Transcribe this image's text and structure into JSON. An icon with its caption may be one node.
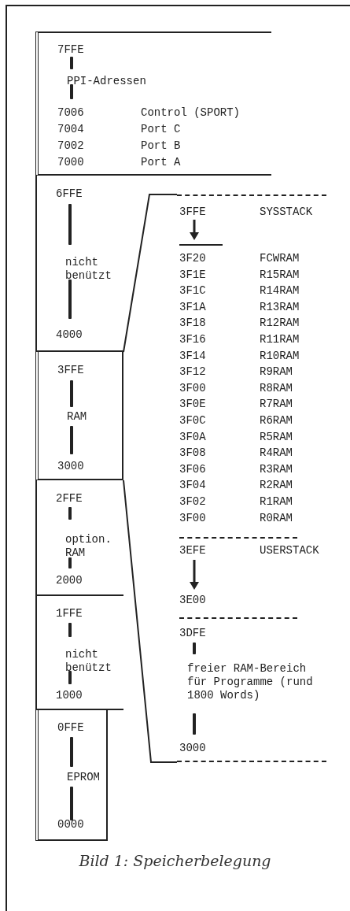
{
  "diagram": {
    "caption": "Bild 1: Speicherbelegung",
    "nodes": [
      {
        "text": [
          "7FFE",
          "PPI-Adressen",
          "7006",
          "Control (SPORT)",
          "7004",
          "Port C",
          "7002",
          "Port B",
          "7000",
          "Port A"
        ]
      },
      {
        "text": [
          "6FFE",
          "nicht benützt",
          "4000"
        ]
      },
      {
        "text": [
          "3FFE",
          "RAM",
          "3000"
        ]
      },
      {
        "text": [
          "2FFE",
          "option. RAM",
          "2000"
        ]
      },
      {
        "text": [
          "1FFE",
          "nicht benützt",
          "1000"
        ]
      },
      {
        "text": [
          "0FFE",
          "EPROM",
          "0000"
        ]
      },
      {
        "text": [
          "3FFE",
          "SYSSTACK",
          "3F20",
          "FCWRAM",
          "3F1E",
          "R15RAM",
          "3F1C",
          "R14RAM",
          "3F1A",
          "R13RAM",
          "3F18",
          "R12RAM",
          "3F16",
          "R11RAM",
          "3F14",
          "R10RAM",
          "3F12",
          "R9RAM",
          "3F00",
          "R8RAM",
          "3F0E",
          "R7RAM",
          "3F0C",
          "R6RAM",
          "3F0A",
          "R5RAM",
          "3F08",
          "R4RAM",
          "3F06",
          "R3RAM",
          "3F04",
          "R2RAM",
          "3F02",
          "R1RAM",
          "3F00",
          "R0RAM",
          "3EFE",
          "USERSTACK",
          "3E00",
          "3DFE",
          "freier RAM-Bereich für Programme (rund 1800 Words)",
          "3000"
        ]
      }
    ],
    "edges": [
      {
        "from": 2,
        "to": 6,
        "arrow": "none"
      },
      {
        "from": 2,
        "to": 6,
        "arrow": "none"
      }
    ]
  }
}
